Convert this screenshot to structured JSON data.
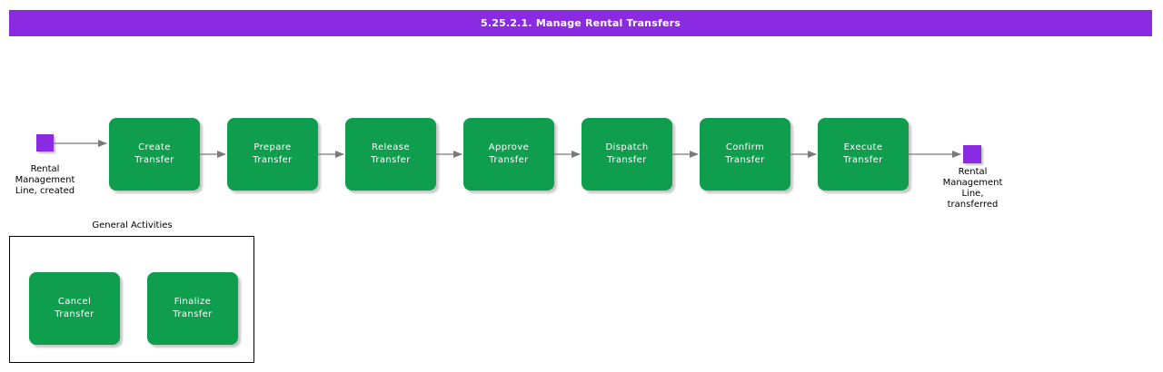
{
  "title_bar": {
    "text": "5.25.2.1. Manage Rental Transfers"
  },
  "colors": {
    "title_bar": "#8a2be2",
    "step_fill": "#0f9d4e",
    "event_fill": "#8a2be2",
    "arrow": "#7a7a7a"
  },
  "process": {
    "start_event": {
      "shape": "square",
      "label": "Rental\nManagement\nLine, created"
    },
    "steps": [
      {
        "label": "Create\nTransfer"
      },
      {
        "label": "Prepare\nTransfer"
      },
      {
        "label": "Release\nTransfer"
      },
      {
        "label": "Approve\nTransfer"
      },
      {
        "label": "Dispatch\nTransfer"
      },
      {
        "label": "Confirm\nTransfer"
      },
      {
        "label": "Execute\nTransfer"
      }
    ],
    "end_event": {
      "shape": "square",
      "label": "Rental\nManagement\nLine,\ntransferred"
    }
  },
  "general_activities": {
    "title": "General Activities",
    "steps": [
      {
        "label": "Cancel\nTransfer"
      },
      {
        "label": "Finalize\nTransfer"
      }
    ]
  }
}
